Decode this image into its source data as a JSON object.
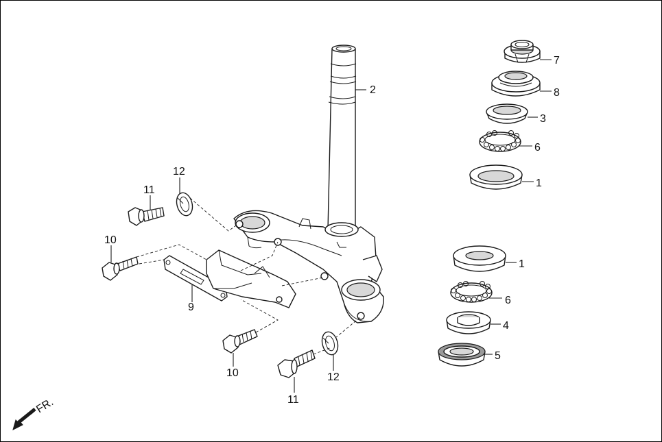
{
  "callouts": {
    "c1_top": "1",
    "c1_bottom": "1",
    "c2": "2",
    "c3": "3",
    "c4": "4",
    "c5": "5",
    "c6_top": "6",
    "c6_bottom": "6",
    "c7": "7",
    "c8": "8",
    "c9": "9",
    "c10_top": "10",
    "c10_bottom": "10",
    "c11_top": "11",
    "c11_bottom": "11",
    "c12_top": "12",
    "c12_bottom": "12"
  },
  "front_indicator": {
    "label": "FR.",
    "icon": "arrow-down-left-icon"
  }
}
